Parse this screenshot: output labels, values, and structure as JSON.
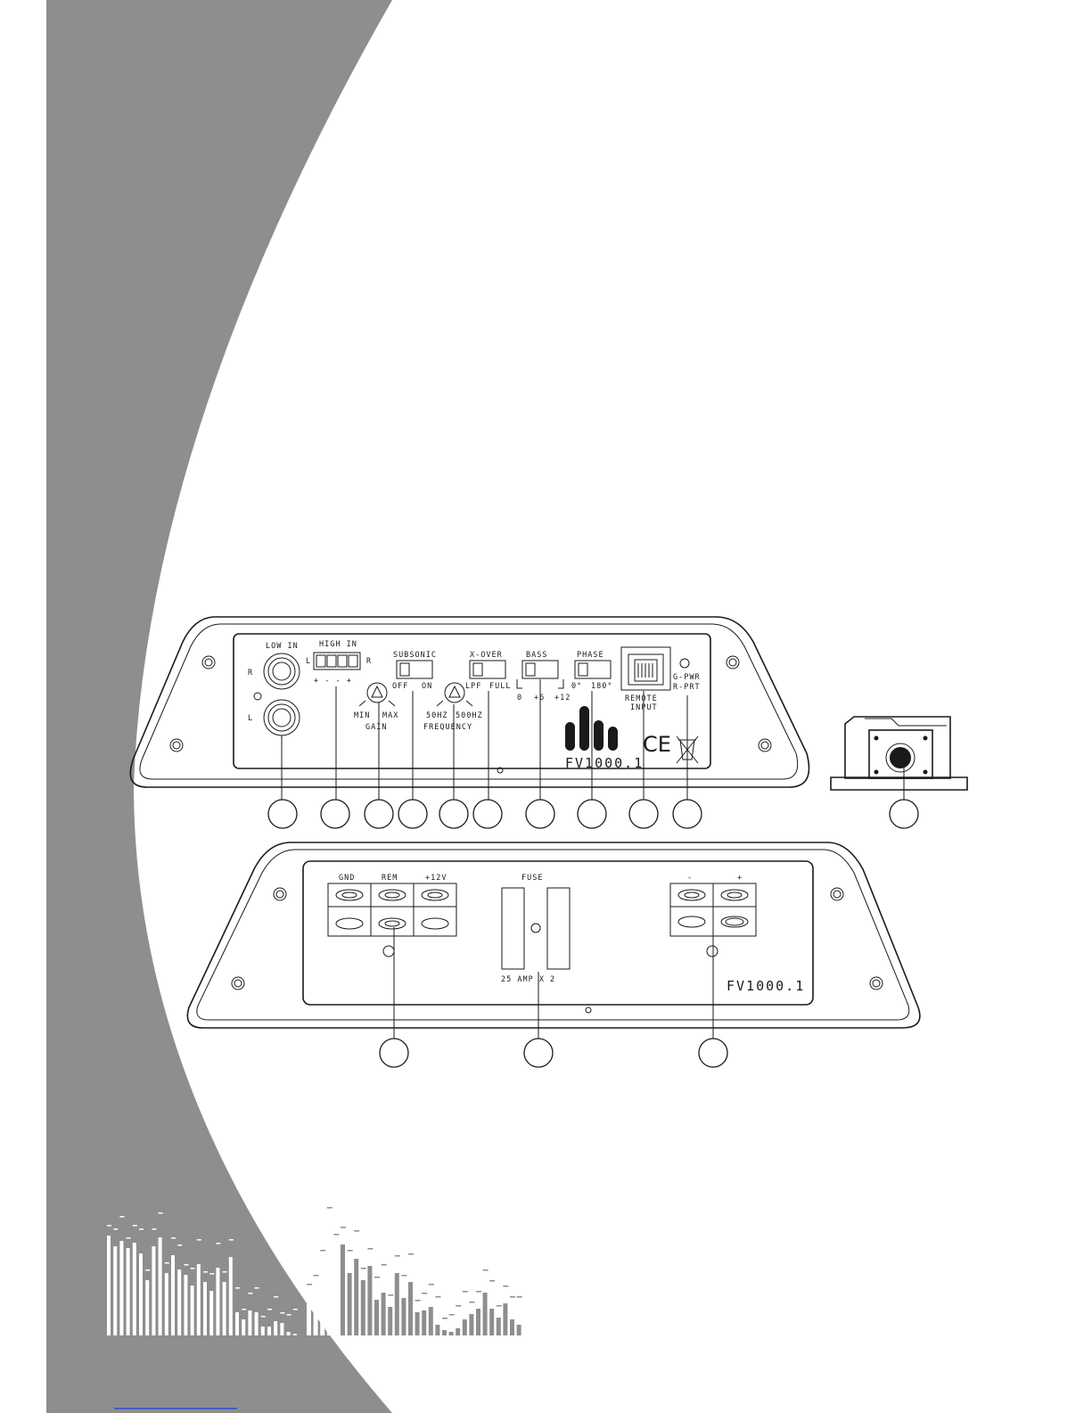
{
  "colors": {
    "sidebar": "#8e8e8e",
    "line": "#1a1a1a",
    "paper": "#ffffff"
  },
  "top_panel": {
    "low_in": "LOW IN",
    "low_in_r": "R",
    "low_in_l": "L",
    "high_in": "HIGH IN",
    "high_in_l": "L",
    "high_in_r": "R",
    "high_in_polarity": "+  -     -  +",
    "subsonic": "SUBSONIC",
    "subsonic_off": "OFF",
    "subsonic_on": "ON",
    "gain_min": "MIN",
    "gain_max": "MAX",
    "gain": "GAIN",
    "xover": "X-OVER",
    "xover_lpf": "LPF",
    "xover_full": "FULL",
    "freq_low": "50HZ",
    "freq_high": "500HZ",
    "frequency": "FREQUENCY",
    "bass": "BASS",
    "bass_0": "0",
    "bass_6": "+6",
    "bass_12": "+12",
    "phase": "PHASE",
    "phase_0": "0°",
    "phase_180": "180°",
    "remote_input_1": "REMOTE",
    "remote_input_2": "INPUT",
    "led_1": "G-PWR",
    "led_2": "R-PRT",
    "model": "FV1000.1",
    "ce_mark": "CE"
  },
  "bottom_panel": {
    "gnd": "GND",
    "rem": "REM",
    "v12": "+12V",
    "fuse": "FUSE",
    "fuse_rating": "25 AMP X 2",
    "spk_minus": "-",
    "spk_plus": "+",
    "model": "FV1000.1"
  },
  "callouts_top_count": 10,
  "callouts_bottom_count": 3,
  "icons": [
    "logo-icon",
    "ce-mark-icon",
    "weee-bin-icon",
    "remote-knob-icon",
    "screw-icon",
    "rca-jack-icon",
    "potentiometer-icon"
  ]
}
